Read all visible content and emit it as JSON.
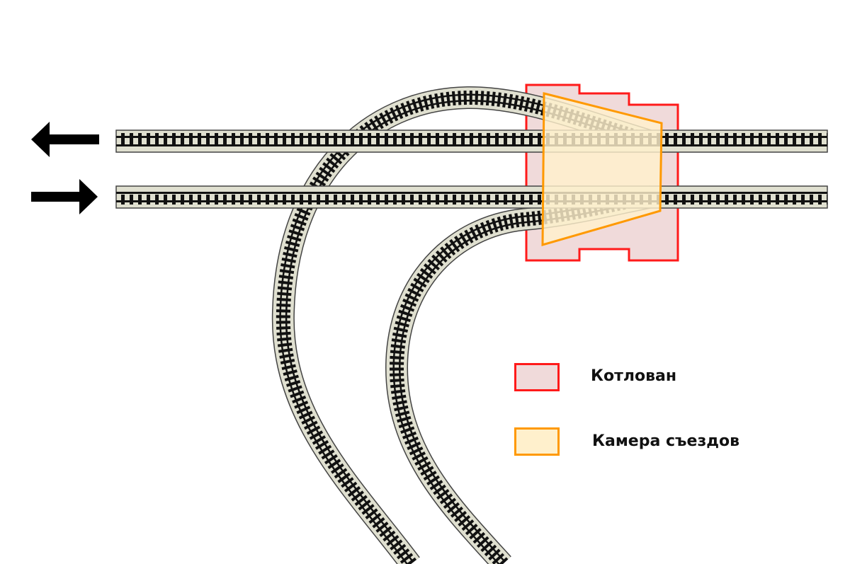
{
  "diagram": {
    "type": "railway track layout",
    "colors": {
      "ballast": "#e0e0d0",
      "ballast_edge": "#555555",
      "rail": "#111111",
      "pit_fill": "#f0dada",
      "pit_stroke": "#ff1a1a",
      "chamber_fill": "#fff0cc",
      "chamber_stroke": "#ff9900",
      "arrow": "#000000"
    },
    "arrows": [
      {
        "direction": "left",
        "track": "upper"
      },
      {
        "direction": "right",
        "track": "lower"
      }
    ]
  },
  "legend": {
    "items": [
      {
        "label": "Котлован",
        "fill": "#f0dada",
        "stroke": "#ff1a1a"
      },
      {
        "label": "Камера съездов",
        "fill": "#fff0cc",
        "stroke": "#ff9900"
      }
    ]
  }
}
